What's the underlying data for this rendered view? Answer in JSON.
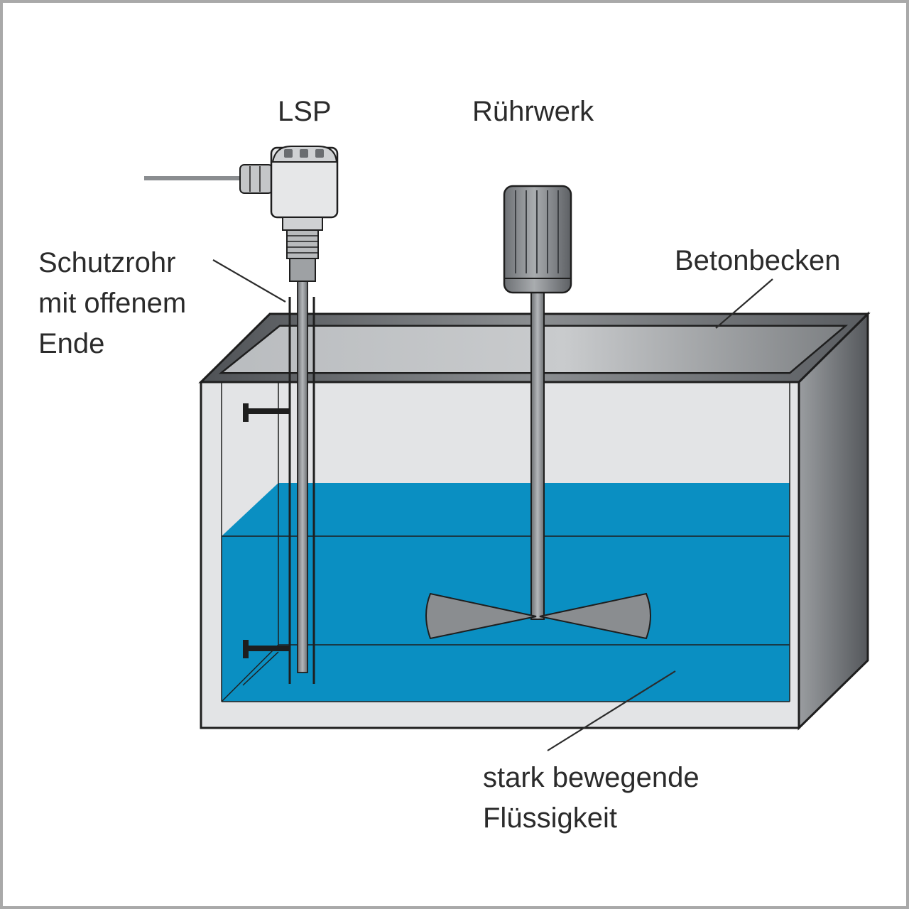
{
  "labels": {
    "lsp": "LSP",
    "agitator": "Rührwerk",
    "tank": "Betonbecken",
    "tube": [
      "Schutzrohr",
      "mit offenem",
      "Ende"
    ],
    "liquid": [
      "stark bewegende",
      "Flüssigkeit"
    ]
  },
  "colors": {
    "liquid": "#0a8fc2",
    "tank_front": "#e3e4e6",
    "tank_side": "#6e7276",
    "metal": "#8a8d90",
    "outline": "#1e1e1e",
    "frame": "#a9a9a9"
  }
}
